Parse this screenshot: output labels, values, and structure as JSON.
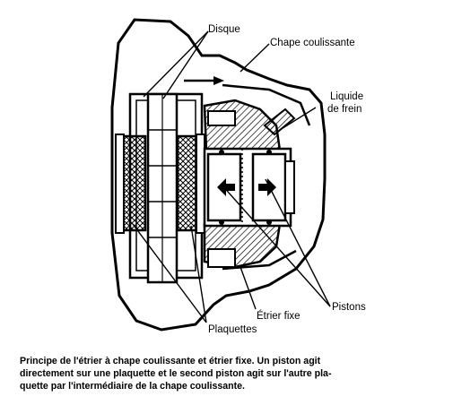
{
  "labels": {
    "disque": "Disque",
    "chape": "Chape coulissante",
    "liquide_line1": "Liquide",
    "liquide_line2": "de frein",
    "etrier": "Étrier fixe",
    "pistons": "Pistons",
    "plaquettes": "Plaquettes"
  },
  "caption": {
    "line1": "Principe de l'étrier à chape coulissante et étrier fixe. Un piston agit",
    "line2": "directement sur une plaquette et le second piston agit sur l'autre pla-",
    "line3": "quette par l'intermédiaire de la chape coulissante."
  },
  "colors": {
    "ink": "#000000",
    "paper": "#ffffff"
  }
}
